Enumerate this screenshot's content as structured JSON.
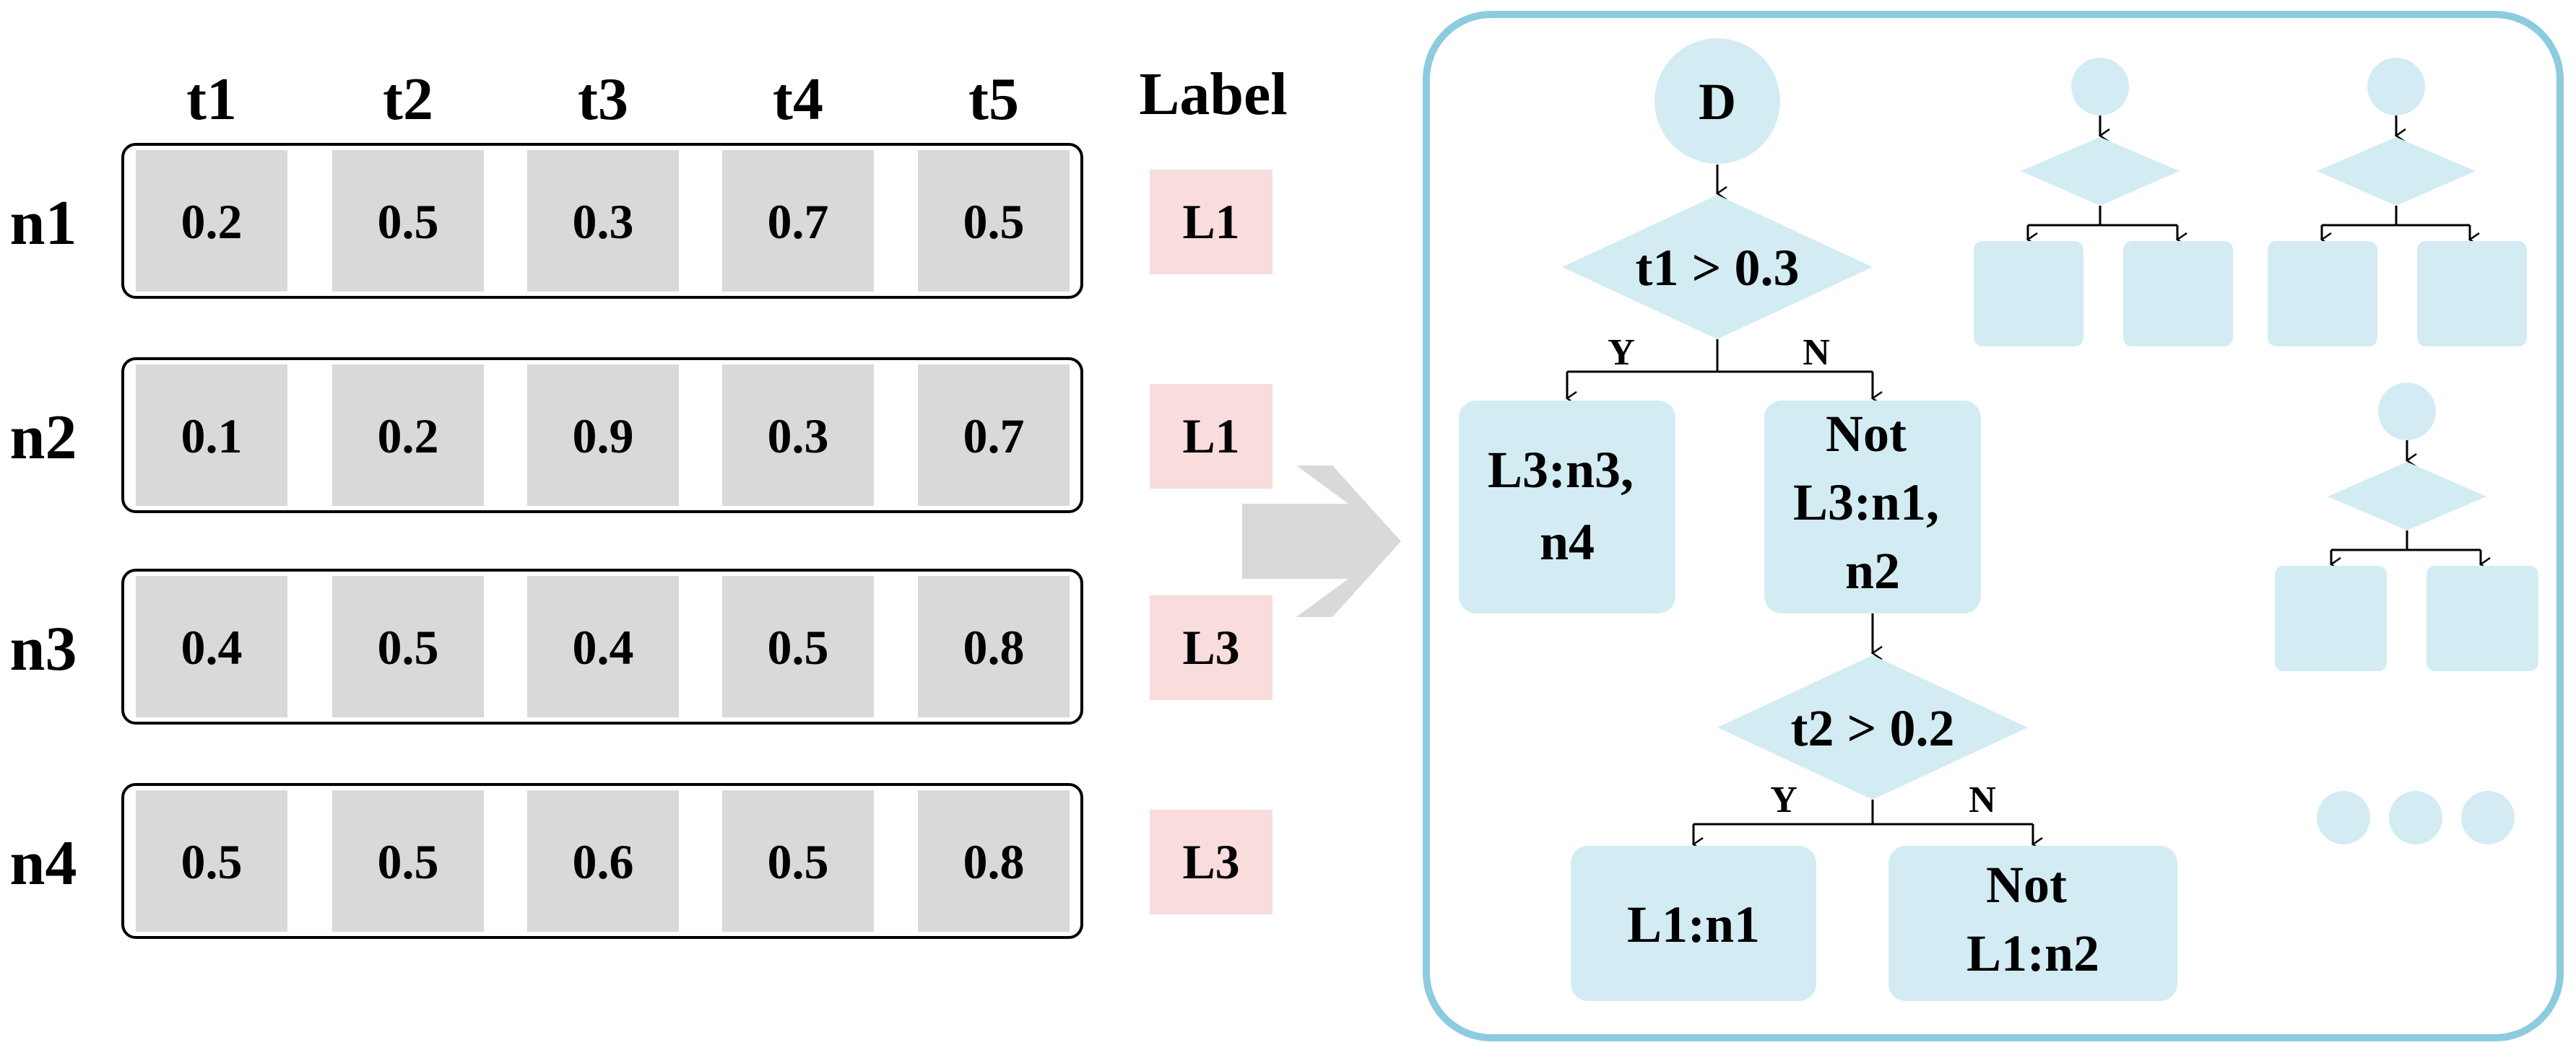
{
  "table": {
    "column_headers": [
      "t1",
      "t2",
      "t3",
      "t4",
      "t5"
    ],
    "label_header": "Label",
    "rows": [
      {
        "name": "n1",
        "values": [
          "0.2",
          "0.5",
          "0.3",
          "0.7",
          "0.5"
        ],
        "label": "L1"
      },
      {
        "name": "n2",
        "values": [
          "0.1",
          "0.2",
          "0.9",
          "0.3",
          "0.7"
        ],
        "label": "L1"
      },
      {
        "name": "n3",
        "values": [
          "0.4",
          "0.5",
          "0.4",
          "0.5",
          "0.8"
        ],
        "label": "L3"
      },
      {
        "name": "n4",
        "values": [
          "0.5",
          "0.5",
          "0.6",
          "0.5",
          "0.8"
        ],
        "label": "L3"
      }
    ]
  },
  "tree": {
    "root": "D",
    "split1": "t1 > 0.3",
    "split1_yes": "Y",
    "split1_no": "N",
    "leaf_a": [
      "L3:n3,",
      "n4"
    ],
    "node_b": [
      "Not",
      "L3:n1,",
      "n2"
    ],
    "split2": "t2 > 0.2",
    "split2_yes": "Y",
    "split2_no": "N",
    "leaf_c": "L1:n1",
    "leaf_d": [
      "Not",
      "L1:n2"
    ]
  },
  "colors": {
    "cell_fill": "#d9d9d9",
    "label_fill": "#f9dcdc",
    "tree_fill": "#d3ecf3",
    "panel_border": "#8ccbe0",
    "arrow_fill": "#d9d9d9"
  },
  "icons": [
    "arrow-right-icon",
    "ellipsis-icon"
  ]
}
